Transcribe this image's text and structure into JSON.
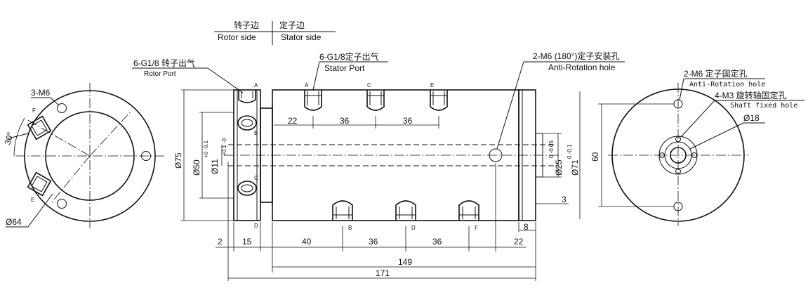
{
  "header": {
    "rotor_side_cn": "转子边",
    "rotor_side_en": "Rotor side",
    "stator_side_cn": "定子边",
    "stator_side_en": "Stator side"
  },
  "left_view": {
    "m6_label": "3-M6",
    "angle_label": "30°",
    "dia_label": "Ø64",
    "port_e": "E",
    "port_f": "F"
  },
  "side_view": {
    "rotor_port_cn": "6-G1/8 转子出气",
    "rotor_port_en": "Rotor Port",
    "stator_port_cn": "6-G1/8定子出气",
    "stator_port_en": "Stator Port",
    "anti_rot_cn": "2-M6 (180°)定子安装孔",
    "anti_rot_en": "Anti-Rotation hole",
    "ports_top": [
      "A",
      "C",
      "E"
    ],
    "ports_bottom": [
      "B",
      "D",
      "F"
    ],
    "rotor_ports": [
      "A",
      "B",
      "C",
      "D"
    ],
    "dims": {
      "d22a": "22",
      "d36a": "36",
      "d36b": "36",
      "d40": "40",
      "d36c": "36",
      "d36d": "36",
      "d2": "2",
      "d15": "15",
      "d22b": "22",
      "d8": "8",
      "d3": "3",
      "d149": "149",
      "d171": "171",
      "dia75": "Ø75",
      "dia50": "Ø50",
      "dia50_tol": "+0 -0.1",
      "dia11": "Ø11",
      "dia11_tol": "+0.1 -0",
      "dia25": "Ø25",
      "dia25_tol": "0 -0.05",
      "dia71": "Ø71",
      "dia71_tol": "0 -0.1"
    }
  },
  "right_view": {
    "m6_cn": "2-M6  定子固定孔",
    "m6_en": "Anti-Rotation hole",
    "m3_cn": "4-M3 旋转轴固定孔",
    "m3_en": "Shaft fixed hole",
    "dia18": "Ø18",
    "d60": "60"
  }
}
